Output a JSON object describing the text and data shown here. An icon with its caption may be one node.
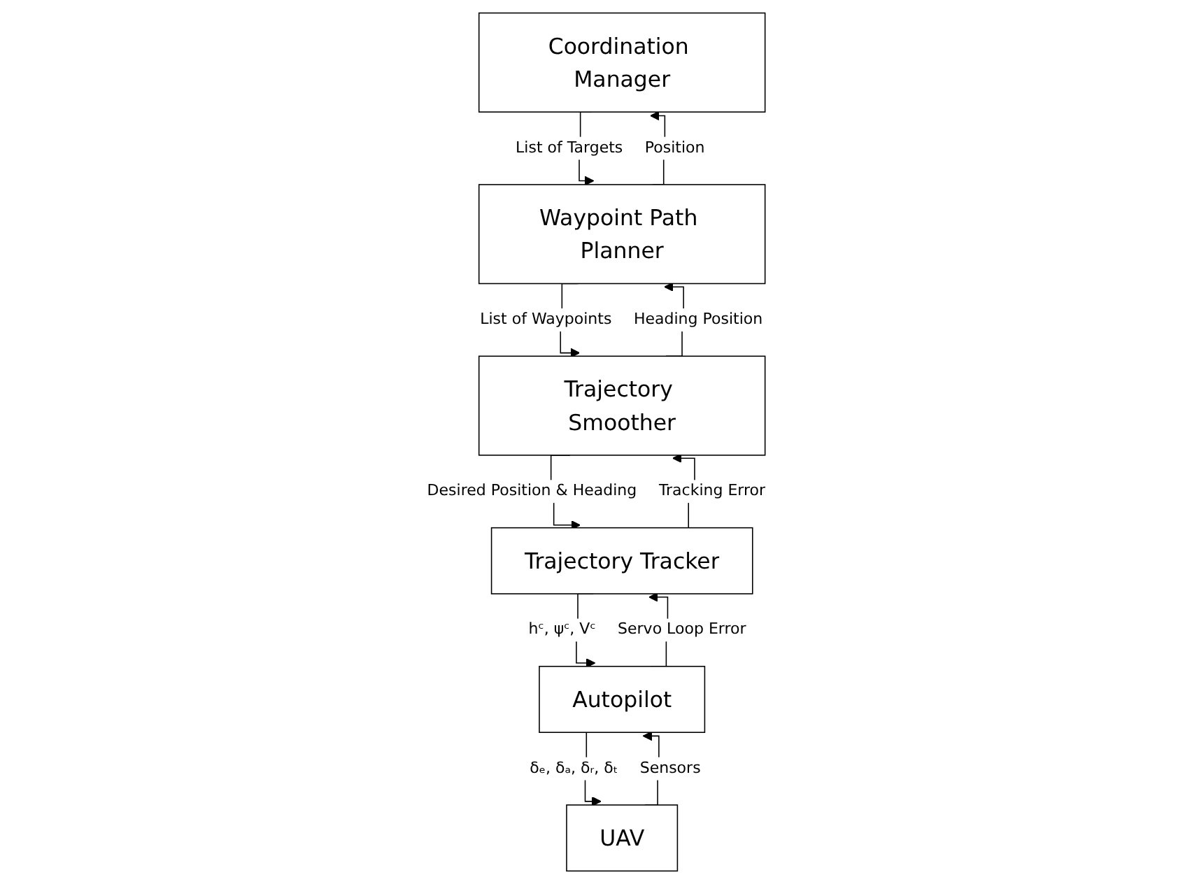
{
  "diagram": {
    "nodes": [
      {
        "text": [
          "Coordination Manager"
        ]
      },
      {
        "text": [
          "Waypoint Path Planner"
        ]
      },
      {
        "text": [
          "Trajectory Smoother"
        ]
      },
      {
        "text": [
          "Trajectory Tracker"
        ]
      },
      {
        "text": [
          "Autopilot"
        ]
      },
      {
        "text": [
          "UAV"
        ]
      }
    ],
    "edges": [
      {
        "from": 0,
        "to": 1,
        "arrow": "to",
        "label": "List of Targets"
      },
      {
        "from": 1,
        "to": 0,
        "arrow": "to",
        "label": "Position"
      },
      {
        "from": 1,
        "to": 2,
        "arrow": "to",
        "label": "List of Waypoints"
      },
      {
        "from": 2,
        "to": 1,
        "arrow": "to",
        "label": "Heading Position"
      },
      {
        "from": 2,
        "to": 3,
        "arrow": "to",
        "label": "Desired Position & Heading"
      },
      {
        "from": 3,
        "to": 2,
        "arrow": "to",
        "label": "Tracking Error"
      },
      {
        "from": 3,
        "to": 4,
        "arrow": "to",
        "label": "hᶜ, ψᶜ, Vᶜ"
      },
      {
        "from": 4,
        "to": 3,
        "arrow": "to",
        "label": "Servo Loop Error"
      },
      {
        "from": 4,
        "to": 5,
        "arrow": "to",
        "label": "δₑ, δₐ, δᵣ, δₜ"
      },
      {
        "from": 5,
        "to": 4,
        "arrow": "to",
        "label": "Sensors"
      }
    ]
  }
}
